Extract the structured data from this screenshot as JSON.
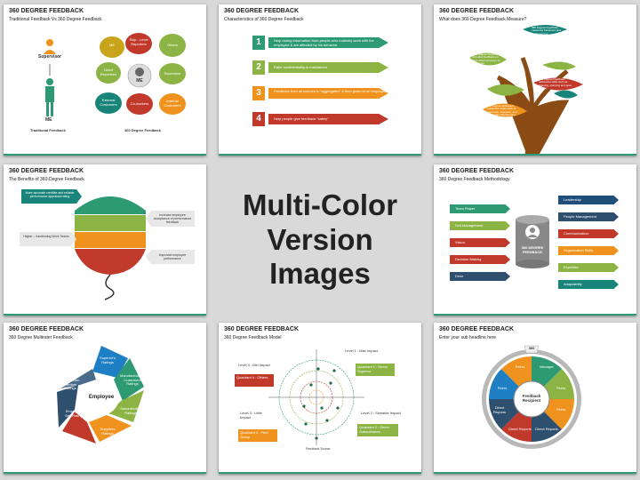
{
  "center": {
    "line1": "Multi-Color",
    "line2": "Version Images"
  },
  "colors": {
    "green": "#2d9a73",
    "orange": "#f0931e",
    "red": "#c0392b",
    "olive": "#8cb444",
    "teal": "#19857a",
    "navy": "#1f4e79"
  },
  "slides": [
    {
      "title": "360 DEGREE FEEDBACK",
      "subtitle": "Traditional Feedback Vs 360 Degree Feedback",
      "supervisor": "Supervisor",
      "me_left": "ME",
      "traditional": "Traditional Feedback",
      "me_center": "ME",
      "degree360": "360 Degree Feedback",
      "petals": [
        "ME",
        "Skip - Level Reporters",
        "Others",
        "Direct Reportees",
        "Supervisor",
        "External Customers",
        "Co-workers",
        "Internal Customers"
      ]
    },
    {
      "title": "360 DEGREE FEEDBACK",
      "subtitle": "Characteristics of 360 Degree Feedback",
      "items": [
        {
          "n": "1",
          "text": "Help during information from people who routinely work with the employee & are affected by his behavior"
        },
        {
          "n": "2",
          "text": "Rater confidentiality is maintained"
        },
        {
          "n": "3",
          "text": "Feedback from all sources is \"aggregated\" & then given to an employee"
        },
        {
          "n": "4",
          "text": "Help people give feedback \"safely\""
        }
      ]
    },
    {
      "title": "360 DEGREE FEEDBACK",
      "subtitle": "What does 360 Degree Feedback Measure?",
      "leaves": [
        "360 Degree Feedback measures behaviors and competencies",
        "360 Degree Feedback provides feedback on how others perceive an employee",
        "360 Degree Feedback addresses skills such as listening, planning and goal-setting",
        "360 Degree addresses subjective areas such as teamwork, character, and leadership effectiveness"
      ]
    },
    {
      "title": "360 DEGREE FEEDBACK",
      "subtitle": "The Benefits of 360-Degree Feedback",
      "callouts": [
        "More accurate credible and reliable performance appraisal rating",
        "Increase employee acceptance of performance feedback",
        "Higher – functioning Work Teams",
        "Improved employee performance"
      ]
    },
    {
      "title": "360 DEGREE FEEDBACK",
      "subtitle": "360 Degree Feedback Methodology",
      "left_items": [
        "Team Player",
        "Self Management",
        "Vision",
        "Decision Making",
        "Drive"
      ],
      "center_label": "360 DEGREE FEEDBACK",
      "right_items": [
        "Leadership",
        "People Management",
        "Communication",
        "Organization Skills",
        "Expertise",
        "Adaptability"
      ]
    },
    {
      "title": "360 DEGREE FEEDBACK",
      "subtitle": "360 Degree Multirater Feedback",
      "center": "Employee",
      "segments": [
        "Superior's Ratings",
        "Manufactures & Customers Ratings",
        "Subordinates Ratings",
        "Suppliers Ratings",
        "Employee's Self Ratings",
        "Other Team Member Ratings"
      ]
    },
    {
      "title": "360 DEGREE FEEDBACK",
      "subtitle": "360 Degree Feedback Model",
      "levels": [
        "Level 1 : Max Impact",
        "Level 4 : Min Impact",
        "Level 3 : Little Impact",
        "Level 2 : Sizeable Impact"
      ],
      "quadrants": [
        "Quadrant 1 : Direct Superior",
        "Quadrant 4 : Others",
        "Quadrant 3 : Peer Group",
        "Quadrant 2 : Direct Subordinates"
      ],
      "footer": "Feedback Source"
    },
    {
      "title": "360 DEGREE FEEDBACK",
      "subtitle": "Enter your sub headline here",
      "top": "360",
      "hub": "Feedback Recipient",
      "segments": [
        "Manager",
        "Peers",
        "Peers",
        "Direct Reports",
        "Direct Reports",
        "Direct Reports",
        "Peers",
        "Peers"
      ]
    }
  ]
}
